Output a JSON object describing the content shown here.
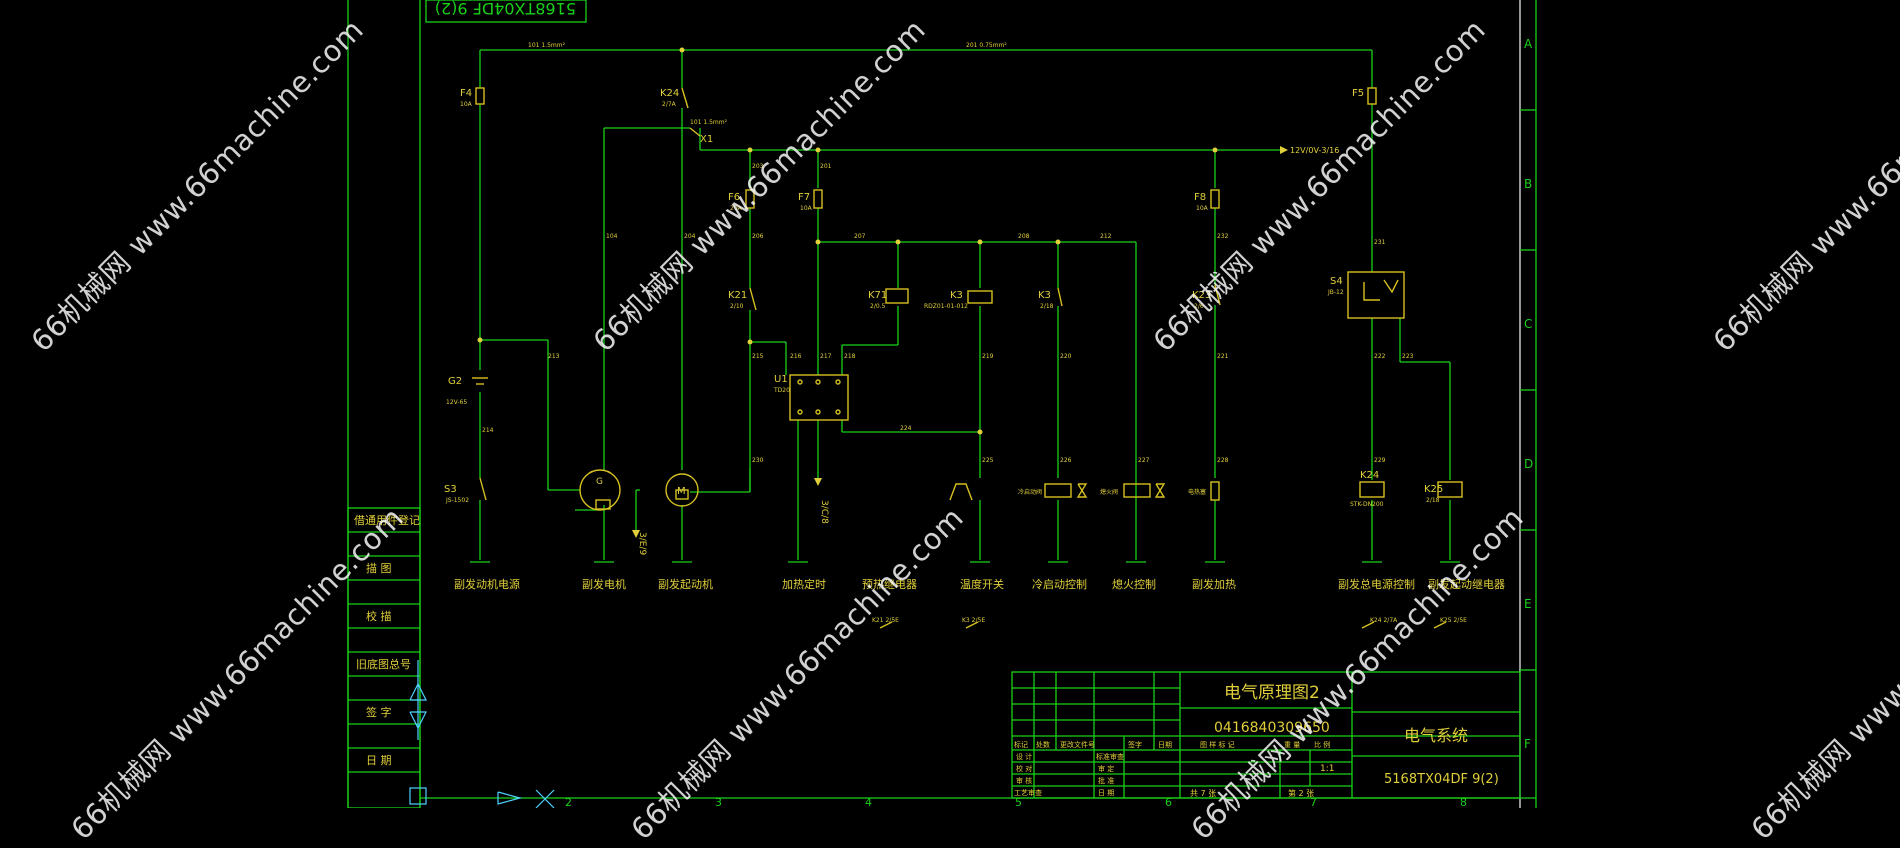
{
  "drawing": {
    "stamp_top": "5168TX04DF 9(2)",
    "zone_letters": [
      "A",
      "B",
      "C",
      "D",
      "E",
      "F"
    ],
    "column_numbers": [
      "2",
      "3",
      "4",
      "5",
      "6",
      "7",
      "8"
    ],
    "node_labels": {
      "n1": "101 1.5mm²",
      "n2": "201 0.75mm²",
      "n3": "101 1.5mm²",
      "n4": "203",
      "n5": "201",
      "n6": "104",
      "n7": "204",
      "n8": "206",
      "n9": "207",
      "n10": "208",
      "n11": "212",
      "n12": "213",
      "n13": "214",
      "n14": "215",
      "n15": "216",
      "n16": "217",
      "n17": "218",
      "n18": "219",
      "n19": "220",
      "n20": "221",
      "n21": "222",
      "n22": "223",
      "n23": "224",
      "n24": "225",
      "n25": "226",
      "n26": "227",
      "n27": "228",
      "n28": "229",
      "n29": "230",
      "n30": "231",
      "n31": "232",
      "rail_12v": "12V/0V-3/16"
    },
    "components": {
      "F4": "F4",
      "F4_sub": "10A",
      "F5": "F5",
      "F6": "F6",
      "F6_sub": "20A",
      "F7": "F7",
      "F7_sub": "10A",
      "F8": "F8",
      "F8_sub": "10A",
      "K24": "K24",
      "K24_sub": "2/7A",
      "X1": "X1",
      "G2": "G2",
      "G2_sub": "12V-65",
      "S3": "S3",
      "S3_sub": "JS-1502",
      "K21": "K21",
      "K21_sub": "2/10",
      "K71": "K71",
      "K71_sub": "2/0.5",
      "K3": "K3",
      "K3_sub": "RDZ01-01-012",
      "K3b": "K3",
      "K3b_sub": "2/18",
      "K23": "K23",
      "K23_sub": "2/6",
      "U1": "U1",
      "U1_sub": "TD20",
      "S4": "S4",
      "S4_sub": "JB-12",
      "K24b": "K24",
      "K24b_sub": "STK-DN200",
      "K25": "K25",
      "K25_sub": "2/18",
      "M": "M",
      "G": "G",
      "side_label": "3/E/9",
      "side_label2": "3/C/8",
      "cold_start": "冷启动阀",
      "fire": "熄火阀",
      "heater": "电热塞"
    },
    "bottom_labels": [
      "副发动机电源",
      "副发电机",
      "副发起动机",
      "加热定时",
      "预热继电器",
      "温度开关",
      "冷启动控制",
      "熄火控制",
      "副发加热",
      "副发总电源控制",
      "副发起动继电器"
    ],
    "small_contacts": [
      "K21 2/5E",
      "K3 2/5E",
      "K24 2/7A",
      "K25 2/5E"
    ],
    "left_table": [
      "借通用件登记",
      "描 图",
      "校 描",
      "旧底图总号",
      "签 字",
      "日 期"
    ],
    "title_block": {
      "drawing_title": "电气原理图2",
      "drawing_code": "0416840309650",
      "system": "电气系统",
      "drawing_number": "5168TX04DF 9(2)",
      "header_cells": [
        "标记",
        "处数",
        "更改文件号",
        "签字",
        "日期"
      ],
      "role_cells": [
        "设 计",
        "校 对",
        "审 核",
        "工艺审查"
      ],
      "role_cells_right": [
        "标准审查",
        "审 定",
        "批 准",
        "日 期"
      ],
      "stage_cells": [
        "图 样 标 记",
        "重 量",
        "比 例"
      ],
      "scale": "1:1",
      "sheet_total": "共 7 张",
      "sheet_no": "第 2 张"
    }
  },
  "watermark": {
    "text": "66机械网 www.66machine.com"
  }
}
